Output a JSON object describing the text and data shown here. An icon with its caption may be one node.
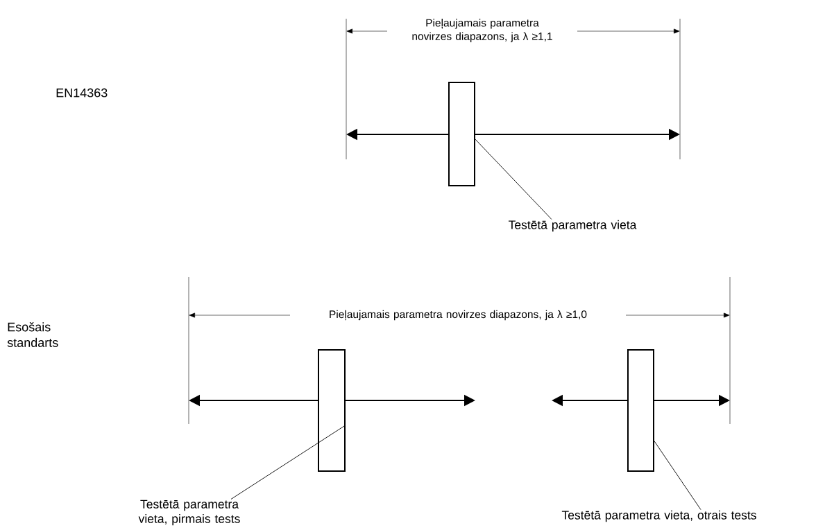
{
  "diagram": {
    "nodes": [
      {
        "text": [],
        "shape": "box"
      },
      {
        "text": [
          "Testētā parametra vieta"
        ]
      },
      {
        "text": [],
        "shape": "box"
      },
      {
        "text": [],
        "shape": "box"
      },
      {
        "text": [
          "Testētā parametra vieta, pirmais tests"
        ]
      },
      {
        "text": [
          "Testētā parametra vieta, otrais tests"
        ]
      }
    ],
    "edges": [
      {
        "from": 1,
        "to": 0,
        "arrow": "none"
      },
      {
        "from": 4,
        "to": 2,
        "arrow": "none"
      },
      {
        "from": 5,
        "to": 3,
        "arrow": "none"
      }
    ],
    "labels": [
      "Pieļaujamais parametra novirzes diapazons, ja λ ≥1,1",
      "EN14363",
      "Esošais standarts",
      "Pieļaujamais parametra novirzes diapazons, ja λ ≥1,0"
    ]
  }
}
